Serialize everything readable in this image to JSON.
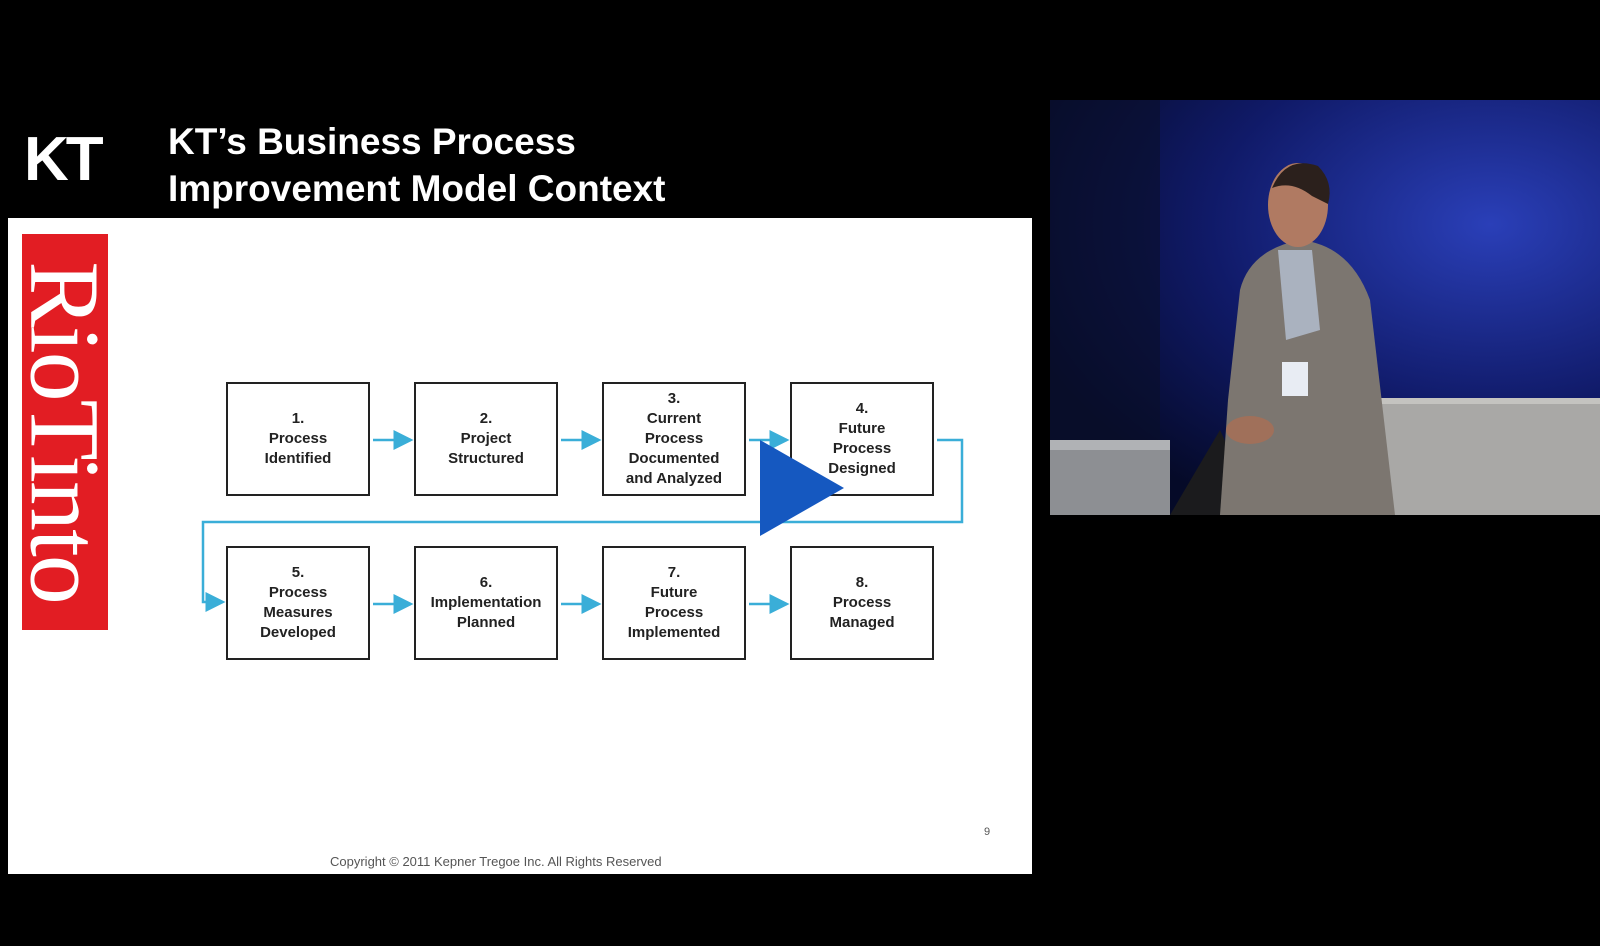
{
  "header": {
    "logo_text": "KT",
    "title_line1": "KT’s Business Process",
    "title_line2": "Improvement Model Context"
  },
  "slide": {
    "side_logo_text": "RioTinto",
    "page_number": "9",
    "copyright": "Copyright © 2011 Kepner Tregoe Inc. All Rights Reserved"
  },
  "diagram": {
    "steps": [
      {
        "num": "1.",
        "lines": [
          "Process",
          "Identified"
        ]
      },
      {
        "num": "2.",
        "lines": [
          "Project",
          "Structured"
        ]
      },
      {
        "num": "3.",
        "lines": [
          "Current",
          "Process",
          "Documented",
          "and Analyzed"
        ]
      },
      {
        "num": "4.",
        "lines": [
          "Future",
          "Process",
          "Designed"
        ]
      },
      {
        "num": "5.",
        "lines": [
          "Process",
          "Measures",
          "Developed"
        ]
      },
      {
        "num": "6.",
        "lines": [
          "Implementation",
          "Planned"
        ]
      },
      {
        "num": "7.",
        "lines": [
          "Future",
          "Process",
          "Implemented"
        ]
      },
      {
        "num": "8.",
        "lines": [
          "Process",
          "Managed"
        ]
      }
    ],
    "connector_color": "#3aaed8"
  },
  "player": {
    "play_icon": "play-icon",
    "play_color": "#1558c0"
  },
  "colors": {
    "background": "#000000",
    "slide_bg": "#ffffff",
    "rio_red": "#e21d23"
  }
}
